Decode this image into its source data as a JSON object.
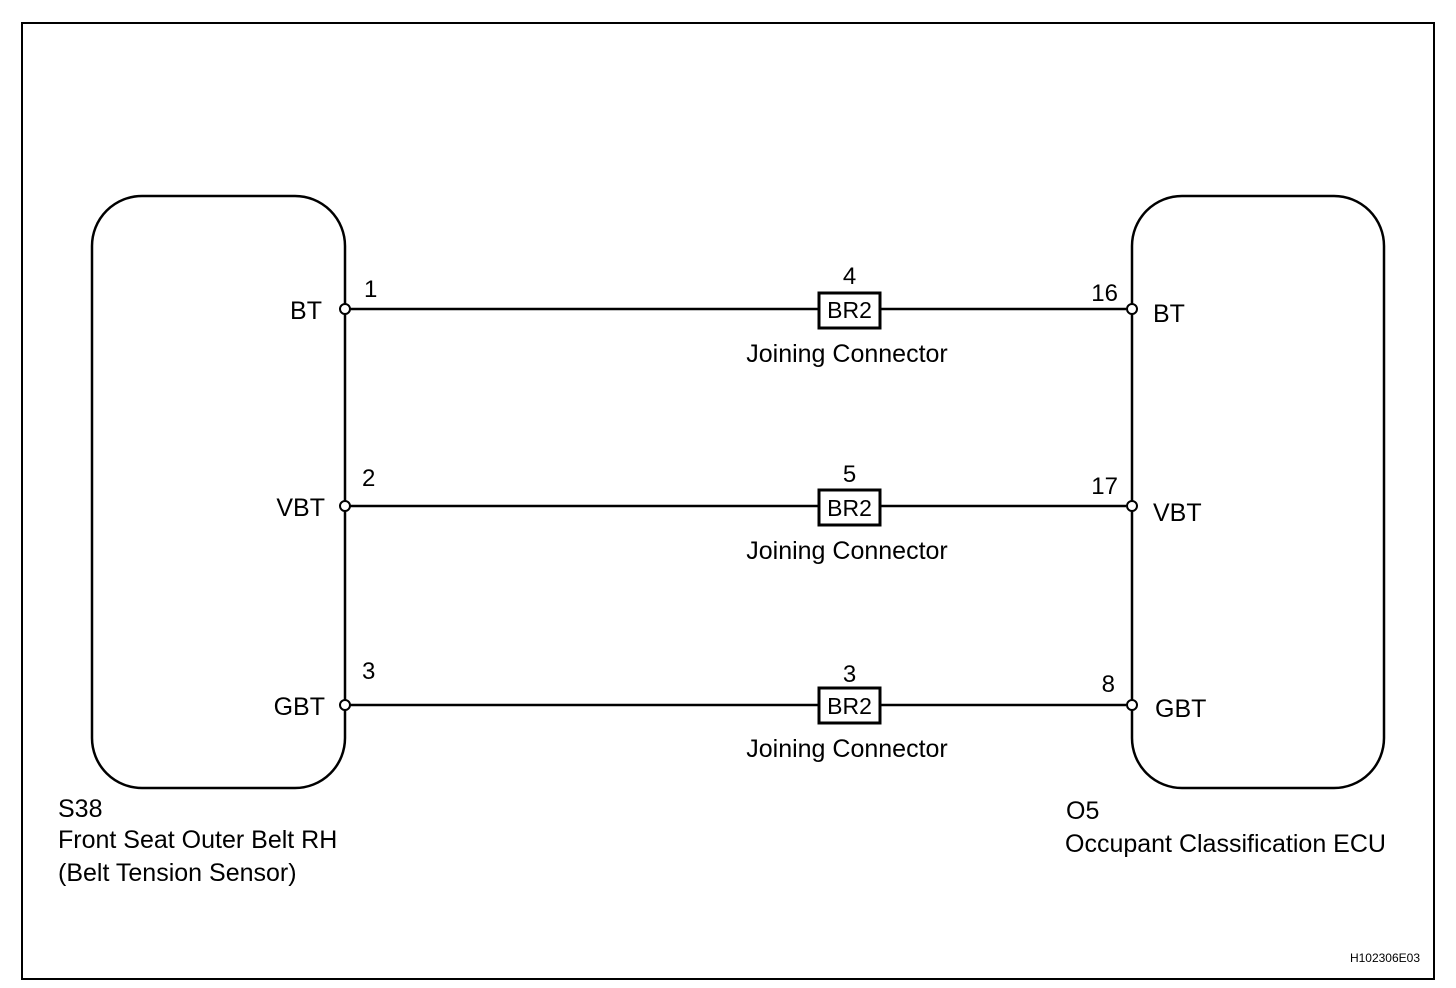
{
  "components": {
    "left": {
      "code": "S38",
      "name": "Front Seat Outer Belt RH",
      "subname": "(Belt Tension Sensor)"
    },
    "right": {
      "code": "O5",
      "name": "Occupant Classification ECU"
    }
  },
  "circuits": [
    {
      "left_pin": "1",
      "left_label": "BT",
      "connector_pin": "4",
      "connector": "BR2",
      "connector_label": "Joining Connector",
      "right_pin": "16",
      "right_label": "BT"
    },
    {
      "left_pin": "2",
      "left_label": "VBT",
      "connector_pin": "5",
      "connector": "BR2",
      "connector_label": "Joining Connector",
      "right_pin": "17",
      "right_label": "VBT"
    },
    {
      "left_pin": "3",
      "left_label": "GBT",
      "connector_pin": "3",
      "connector": "BR2",
      "connector_label": "Joining Connector",
      "right_pin": "8",
      "right_label": "GBT"
    }
  ],
  "figure_ref": "H102306E03"
}
